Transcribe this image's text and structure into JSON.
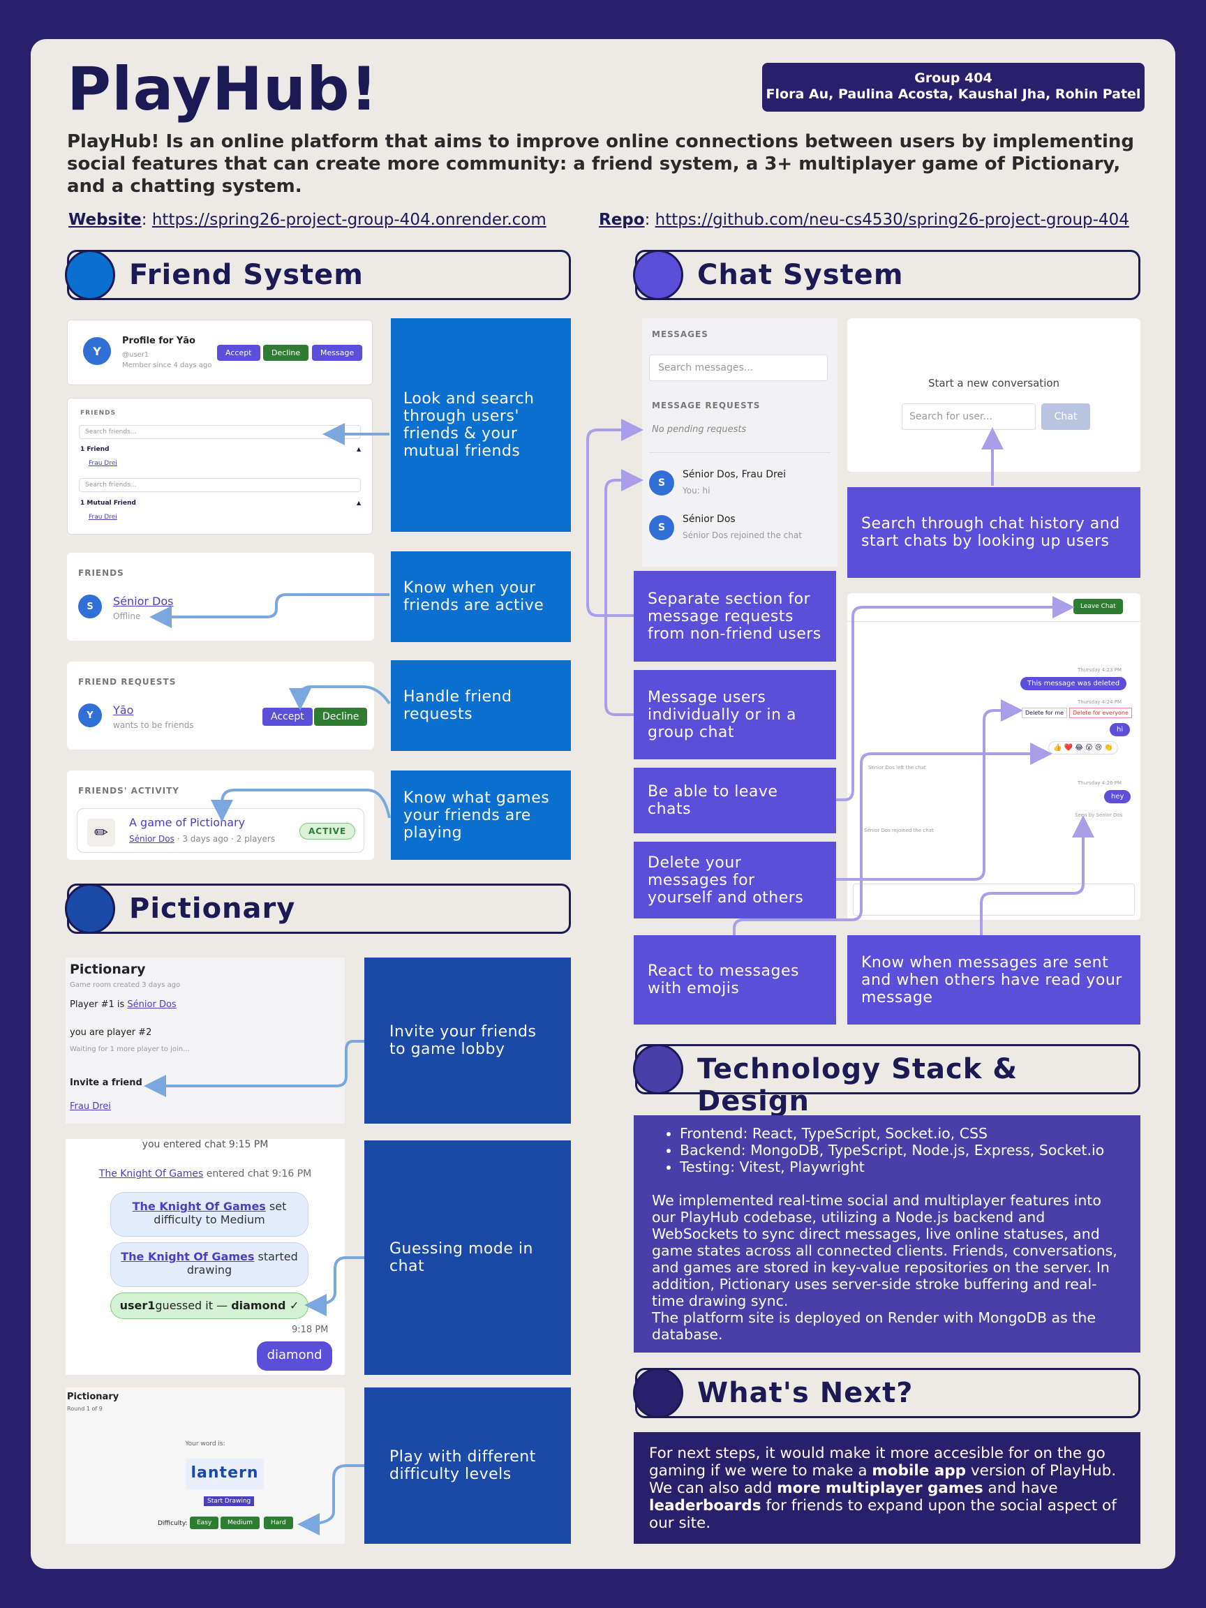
{
  "header": {
    "title": "PlayHub!",
    "group": "Group 404",
    "members": "Flora Au, Paulina Acosta, Kaushal Jha, Rohin Patel",
    "intro": "PlayHub! Is an online platform that aims to improve online connections between users by implementing social features that can create more community: a friend system, a 3+ multiplayer game of Pictionary, and a chatting system.",
    "website_label": "Website",
    "website_url": "https://spring26-project-group-404.onrender.com",
    "repo_label": "Repo",
    "repo_url": "https://github.com/neu-cs4530/spring26-project-group-404"
  },
  "colors": {
    "background": "#2a1f6b",
    "poster": "#edeae6",
    "friend_blue": "#0a6fcf",
    "pictionary_navy": "#1a49a8",
    "chat_purple": "#5b4fd9",
    "tech_purple": "#4a3fa8",
    "next_navy": "#2a1f6b"
  },
  "friend_system": {
    "heading": "Friend System",
    "profile": {
      "avatar": "Y",
      "title": "Profile for Yāo",
      "handle": "@user1",
      "member_since": "Member since 4 days ago",
      "accept": "Accept",
      "decline": "Decline",
      "message": "Message"
    },
    "friends_card": {
      "label": "FRIENDS",
      "search1": "Search friends...",
      "count1": "1 Friend",
      "friend1": "Frau Drei",
      "search2": "Search friends...",
      "count2": "1 Mutual Friend",
      "friend2": "Frau Drei"
    },
    "active_card": {
      "label": "FRIENDS",
      "avatar": "S",
      "name": "Sénior Dos",
      "status": "Offline"
    },
    "requests_card": {
      "label": "FRIEND REQUESTS",
      "avatar": "Y",
      "name": "Yāo",
      "sub": "wants to be friends",
      "accept": "Accept",
      "decline": "Decline"
    },
    "activity_card": {
      "label": "FRIENDS' ACTIVITY",
      "game": "A game of Pictionary",
      "user": "Sénior Dos",
      "meta": " · 3 days ago · 2 players",
      "badge": "ACTIVE"
    },
    "captions": [
      "Look and search through users' friends & your mutual friends",
      "Know when your friends are active",
      "Handle friend requests",
      "Know what games your friends are playing"
    ]
  },
  "pictionary": {
    "heading": "Pictionary",
    "lobby": {
      "title": "Pictionary",
      "created": "Game room created 3 days ago",
      "player1_prefix": "Player #1 is ",
      "player1": "Sénior Dos",
      "player2": "you are player #2",
      "waiting": "Waiting for 1 more player to join...",
      "invite": "Invite a friend",
      "friend": "Frau Drei"
    },
    "chat": {
      "line1": "you entered chat 9:15 PM",
      "line2_user": "The Knight Of Games",
      "line2_rest": " entered chat 9:16 PM",
      "b1_user": "The Knight Of Games",
      "b1_rest": " set difficulty to Medium",
      "b2_user": "The Knight Of Games",
      "b2_rest": " started drawing",
      "guess_user": "user1",
      "guess_rest": "guessed it — ",
      "guess_word": "diamond ✓",
      "time": "9:18 PM",
      "msg": "diamond"
    },
    "difficulty": {
      "title": "Pictionary",
      "round": "Round 1 of 9",
      "your_word": "Your word is:",
      "word": "lantern",
      "start": "Start Drawing",
      "label": "Difficulty:",
      "easy": "Easy",
      "medium": "Medium",
      "hard": "Hard"
    },
    "captions": [
      "Invite your friends to game lobby",
      "Guessing mode in chat",
      "Play with different difficulty levels"
    ]
  },
  "chat_system": {
    "heading": "Chat System",
    "messages_panel": {
      "label": "MESSAGES",
      "search": "Search messages...",
      "requests_label": "MESSAGE REQUESTS",
      "no_pending": "No pending requests",
      "conv1_avatar": "S",
      "conv1_name": "Sénior Dos, Frau Drei",
      "conv1_preview": "You: hi",
      "conv2_avatar": "S",
      "conv2_name": "Sénior Dos",
      "conv2_preview": "Sénior Dos rejoined the chat"
    },
    "new_conv": {
      "title": "Start a new conversation",
      "placeholder": "Search for user...",
      "button": "Chat"
    },
    "chat_view": {
      "leave": "Leave Chat",
      "t1": "Thursday 4:23 PM",
      "deleted": "This message was deleted",
      "t2": "Thursday 4:24 PM",
      "delete_me": "Delete for me",
      "delete_all": "Delete for everyone",
      "hi": "hi",
      "reactions": "👍 ❤️ 😂 😮 😢 👏",
      "left": "Sénior Dos left the chat",
      "t3": "Thursday 4:26 PM",
      "hey": "hey",
      "seen": "Seen by Sénior Dos",
      "rejoined": "Sénior Dos rejoined the chat"
    },
    "captions": [
      "Search through chat history and start chats by looking up users",
      "Separate section for message requests from non-friend users",
      "Message users individually or in a group chat",
      "Be able to leave chats",
      "Delete your messages for yourself and others",
      "React to messages with emojis",
      "Know when messages are sent and when others have read your message"
    ]
  },
  "tech": {
    "heading": "Technology Stack & Design",
    "bullets": [
      "Frontend: React, TypeScript, Socket.io, CSS",
      "Backend: MongoDB, TypeScript, Node.js, Express, Socket.io",
      "Testing: Vitest, Playwright"
    ],
    "para1": "We implemented real-time social and multiplayer features into our PlayHub codebase, utilizing a Node.js backend and WebSockets to sync direct messages, live online statuses, and game states across all connected clients. Friends, conversations, and games are stored in key-value repositories on the server. In addition, Pictionary uses server-side stroke buffering and real-time drawing sync.",
    "para2": "The platform site is deployed on Render with MongoDB as the database."
  },
  "next": {
    "heading": "What's Next?",
    "t1": "For next steps, it would make it more accesible for on the go gaming if we were to make a ",
    "b1": "mobile app",
    "t2": " version of PlayHub. We can also add ",
    "b2": "more multiplayer games",
    "t3": " and have ",
    "b3": "leaderboards",
    "t4": " for friends to expand upon the social aspect of our site."
  }
}
